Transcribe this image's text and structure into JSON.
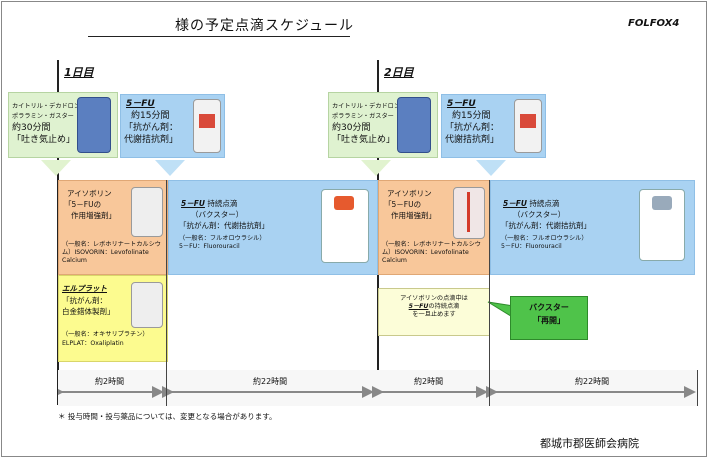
{
  "title": "様の予定点滴スケジュール",
  "regimen": "FOLFOX4",
  "day1": "1日目",
  "day2": "2日目",
  "premed": {
    "line1": "カイトリル・デカドロン",
    "line2": "ポララミン・ガスター",
    "line3": "約30分間",
    "line4": "「吐き気止め」"
  },
  "fu_bolus": {
    "name": "5－FU",
    "line1": "約15分間",
    "line2": "「抗がん剤：",
    "line3": "代謝拮抗剤」"
  },
  "isovorin": {
    "line1": "アイソボリン",
    "line2": "「5－FUの",
    "line3": "作用増強剤」",
    "line4": "（一般名：レボホリナートカルシウム）ISOVORIN：Levofolinate Calcium"
  },
  "fu_cont": {
    "name": "5－FU",
    "line1": "持続点滴",
    "line2": "（バクスター）",
    "line3": "「抗がん剤：代謝拮抗剤」",
    "line4": "（一般名：フルオロウラシル）",
    "line5": "5－FU：Fluorouracil"
  },
  "elplat": {
    "name": "エルプラット",
    "line1": "「抗がん剤：",
    "line2": "白金錯体製剤」",
    "line3": "（一般名：オキサリプラチン）",
    "line4": "ELPLAT：Oxaliplatin"
  },
  "note": {
    "line1": "アイソボリンの点滴中は",
    "line2_a": "5－FU",
    "line2_b": "の持続点滴",
    "line3": "を一旦止めます"
  },
  "callout": {
    "line1": "バクスター",
    "line2": "「再開」"
  },
  "durations": [
    "約2時間",
    "約22時間",
    "約2時間",
    "約22時間"
  ],
  "footnote": "＊ 投与時間・投与薬品については、変更となる場合があります。",
  "hospital": "都城市郡医師会病院"
}
